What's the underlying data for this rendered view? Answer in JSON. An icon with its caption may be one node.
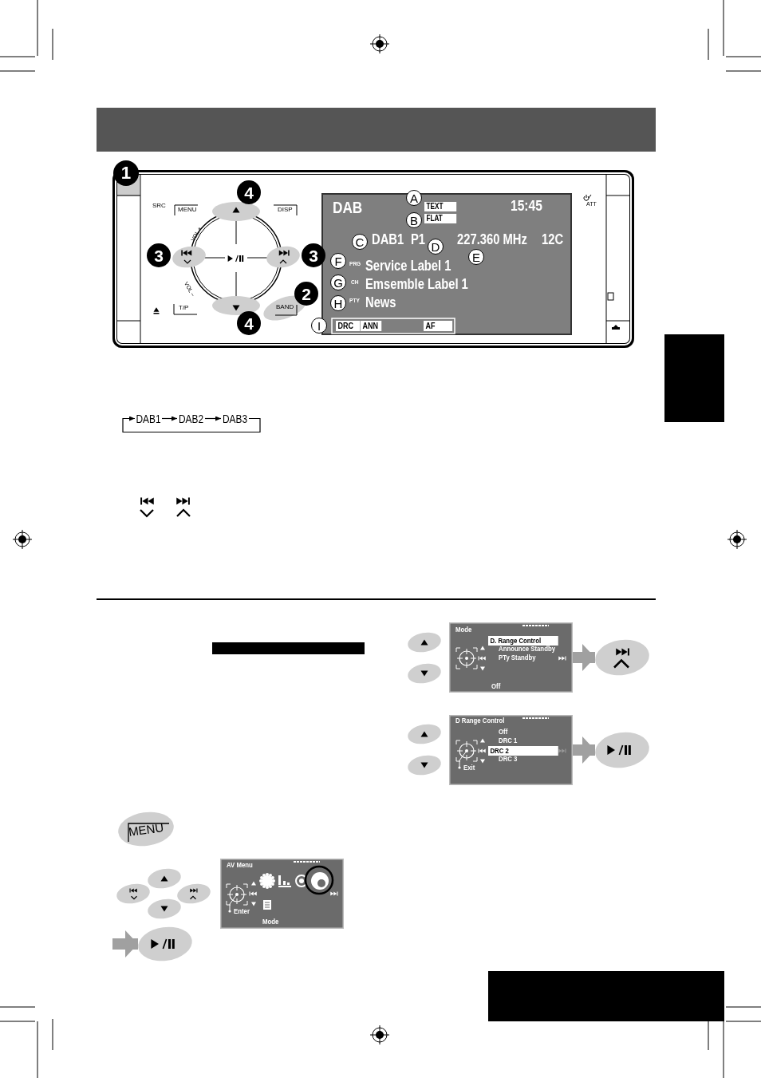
{
  "diagram": {
    "nodes": [
      {
        "text": [
          "SRC",
          "MENU",
          "DISP",
          "VOL +",
          "VOL –",
          "T/P",
          "BAND",
          "ATT"
        ]
      },
      {
        "text": [
          "DAB",
          "TEXT",
          "FLAT",
          "15:45",
          "DAB1",
          "P1",
          "227.360 MHz",
          "12C",
          "PRG",
          "Service Label 1",
          "CH",
          "Emsemble Label 1",
          "PTY",
          "News",
          "DRC",
          "ANN",
          "AF"
        ],
        "in": 0
      },
      {
        "text": [
          "DAB1"
        ]
      },
      {
        "text": [
          "DAB2"
        ]
      },
      {
        "text": [
          "DAB3"
        ]
      },
      {
        "text": [
          "Mode",
          "D. Range Control",
          "Announce Standby",
          "PTy Standby",
          "Off"
        ]
      },
      {
        "text": [],
        "shape": "ellipse"
      },
      {
        "text": [
          "D Range Control",
          "Off",
          "DRC 1",
          "DRC 2",
          "DRC 3",
          "Exit"
        ]
      },
      {
        "text": [],
        "shape": "ellipse"
      },
      {
        "text": [
          "MENU"
        ]
      },
      {
        "text": [
          "AV Menu",
          "Enter",
          "Mode"
        ]
      },
      {
        "text": [],
        "shape": "ellipse"
      }
    ],
    "edges": [
      {
        "from": 2,
        "to": 3,
        "arrow": "to"
      },
      {
        "from": 3,
        "to": 4,
        "arrow": "to"
      },
      {
        "from": 4,
        "to": 2,
        "arrow": "to"
      },
      {
        "from": 5,
        "to": 6,
        "arrow": "to",
        "style": "thick",
        "color": "#a0a0a0"
      },
      {
        "from": 7,
        "to": 8,
        "arrow": "to",
        "style": "thick",
        "color": "#a0a0a0"
      },
      {
        "from": null,
        "to": 11,
        "arrow": "to",
        "style": "thick",
        "color": "#a0a0a0"
      }
    ],
    "labels": [
      "1",
      "4",
      "A",
      "B",
      "3",
      "3",
      "C",
      "D",
      "E",
      "F",
      "G",
      "H",
      "2",
      "4",
      "I"
    ]
  }
}
